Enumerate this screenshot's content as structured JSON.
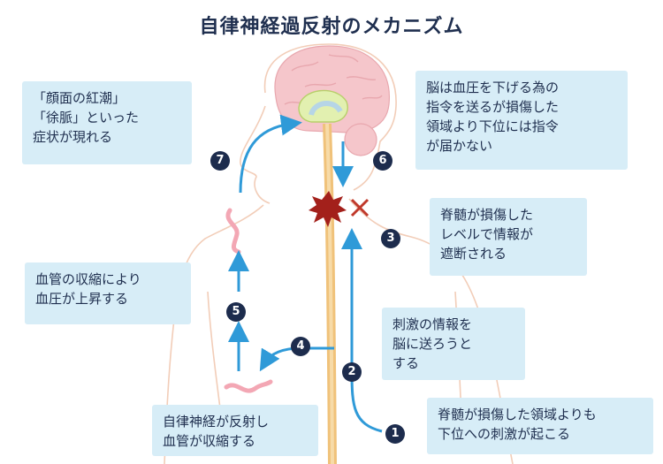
{
  "title": "自律神経過反射のメカニズム",
  "callouts": {
    "c7": [
      "「顔面の紅潮」",
      "「徐脈」といった",
      "症状が現れる"
    ],
    "c6": [
      "脳は血圧を下げる為の",
      "指令を送るが損傷した",
      "領域より下位には指令",
      "が届かない"
    ],
    "c3": [
      "脊髄が損傷した",
      "レベルで情報が",
      "遮断される"
    ],
    "c5": [
      "血管の収縮により",
      "血圧が上昇する"
    ],
    "c2": [
      "刺激の情報を",
      "脳に送ろうと",
      "する"
    ],
    "c4": [
      "自律神経が反射し",
      "血管が収縮する"
    ],
    "c1": [
      "脊髄が損傷した領域よりも",
      "下位への刺激が起こる"
    ]
  },
  "steps": {
    "s1": "1",
    "s2": "2",
    "s3": "3",
    "s4": "4",
    "s5": "5",
    "s6": "6",
    "s7": "7"
  },
  "colors": {
    "callout_bg": "#d7edf7",
    "badge": "#1d2c4d",
    "arrow": "#2f9ad8",
    "injury": "#a3201b",
    "brain": "#f5c6cb",
    "spine": "#f0c27a",
    "body_outline": "#f2cdb8"
  }
}
